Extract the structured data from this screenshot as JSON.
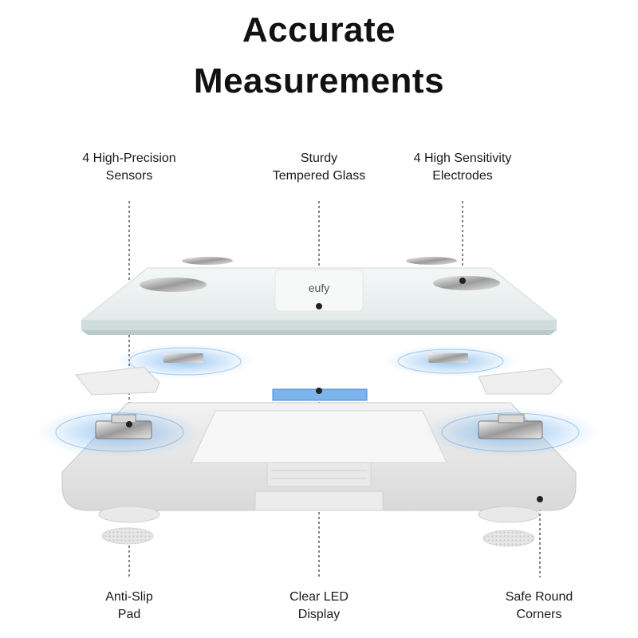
{
  "title": {
    "line1": "Accurate",
    "line2": "Measurements"
  },
  "brand": "eufy",
  "labels": {
    "sensors": {
      "line1": "4 High-Precision",
      "line2": "Sensors"
    },
    "glass": {
      "line1": "Sturdy",
      "line2": "Tempered Glass"
    },
    "electrodes": {
      "line1": "4 High Sensitivity",
      "line2": "Electrodes"
    },
    "pad": {
      "line1": "Anti-Slip",
      "line2": "Pad"
    },
    "display": {
      "line1": "Clear LED",
      "line2": "Display"
    },
    "corners": {
      "line1": "Safe Round",
      "line2": "Corners"
    }
  },
  "colors": {
    "accent_blue": "#3f8ee0",
    "glass": "#e9f0ef",
    "frame": "#e6e6e6"
  }
}
